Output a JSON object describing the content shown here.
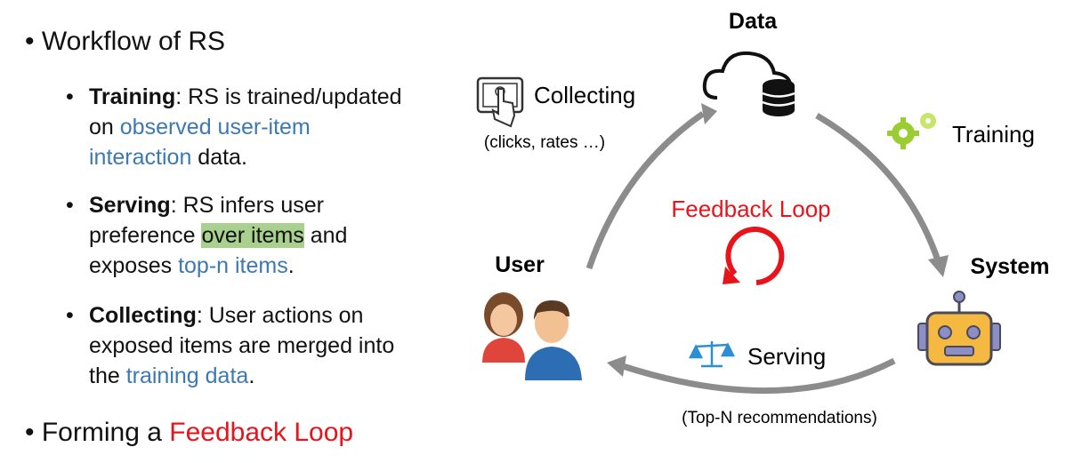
{
  "left": {
    "heading_prefix": "Workflow of RS",
    "training": {
      "term": "Training",
      "line1": "RS is trained/updated",
      "line2_a": "on ",
      "line2_b": "observed user-item",
      "line3_a": "interaction",
      "line3_b": " data."
    },
    "serving": {
      "term": "Serving",
      "line1": "RS infers user",
      "line2_a": "preference ",
      "line2_b": "over items",
      "line2_c": " and",
      "line3_a": "exposes ",
      "line3_b": "top-n items",
      "line3_c": "."
    },
    "collecting": {
      "term": "Collecting",
      "line1": "User actions on",
      "line2": "exposed items are merged into",
      "line3_a": "the ",
      "line3_b": "training data",
      "line3_c": "."
    },
    "footer_a": "Forming a ",
    "footer_b": "Feedback Loop"
  },
  "diagram": {
    "data_label": "Data",
    "user_label": "User",
    "system_label": "System",
    "collecting_label": "Collecting",
    "collecting_sub": "(clicks, rates …)",
    "training_label": "Training",
    "serving_label": "Serving",
    "serving_sub": "(Top-N recommendations)",
    "loop_label": "Feedback Loop"
  },
  "colors": {
    "accent_blue": "#3c79b4",
    "accent_red": "#e8141b",
    "highlight_green": "#a9d08e",
    "arrow_gray": "#8c8c8c"
  }
}
